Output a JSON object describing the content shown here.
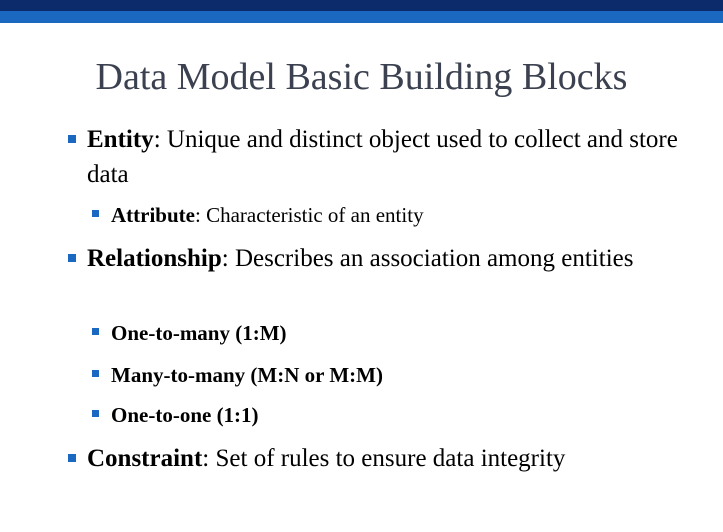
{
  "title": "Data Model Basic Building Blocks",
  "bullets": [
    {
      "term": "Entity",
      "text": ": Unique and distinct object used to collect and store data"
    },
    {
      "term": "Attribute",
      "text": ": Characteristic of an entity"
    },
    {
      "term": "Relationship",
      "text": ": Describes an association among entities"
    },
    {
      "term": "One-to-many (1:M)",
      "text": ""
    },
    {
      "term": "Many-to-many (M:N or M:M)",
      "text": ""
    },
    {
      "term": "One-to-one (1:1)",
      "text": ""
    },
    {
      "term": "Constraint",
      "text": ": Set of rules to ensure data integrity"
    }
  ],
  "colors": {
    "band_dark": "#0c2b6b",
    "band_light": "#1a68bf",
    "title": "#3b4150",
    "marker": "#1a68bf"
  }
}
